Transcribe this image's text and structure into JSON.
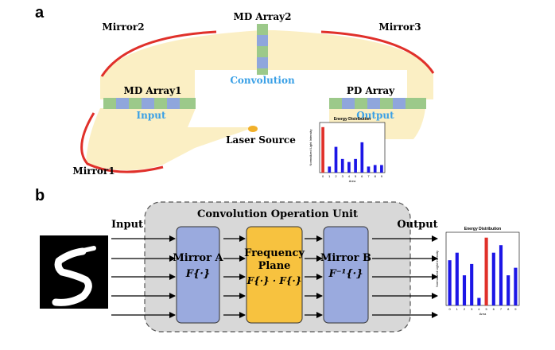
{
  "panel_a": {
    "label": "a",
    "mirror1": "Mirror1",
    "mirror2": "Mirror2",
    "mirror3": "Mirror3",
    "md_array1": "MD Array1",
    "md_array2": "MD Array2",
    "pd_array": "PD Array",
    "input": "Input",
    "convolution": "Convolution",
    "output": "Output",
    "laser_source": "Laser Source"
  },
  "panel_b": {
    "label": "b",
    "unit_title": "Convolution Operation Unit",
    "input": "Input",
    "output": "Output",
    "mirror_a": "Mirror A",
    "mirror_a_formula": "F{·}",
    "freq_plane_line1": "Frequency",
    "freq_plane_line2": "Plane",
    "freq_plane_formula": "F{·} · F{·}",
    "mirror_b": "Mirror B",
    "mirror_b_formula": "F⁻¹{·}"
  },
  "colors": {
    "mirror_red": "#e0302a",
    "beam_yellow": "#fbefc4",
    "array_green": "#9cc98a",
    "array_blue": "#8fa6dc",
    "text_blue": "#3aa0e6",
    "laser_orange": "#f1b02a",
    "box_blue": "#9aaade",
    "freq_orange": "#f7c23f",
    "unit_gray": "#d8d8d8",
    "bar_blue": "#1c16e6",
    "bar_red": "#e0302a"
  },
  "chart_data": [
    {
      "type": "bar",
      "title": "Energy Distribution",
      "xlabel": "Area",
      "ylabel": "Normalized Light Intensity",
      "categories": [
        "0",
        "1",
        "2",
        "3",
        "4",
        "5",
        "6",
        "7",
        "8",
        "9"
      ],
      "values": [
        0.3,
        0.04,
        0.17,
        0.09,
        0.07,
        0.09,
        0.2,
        0.04,
        0.05,
        0.05
      ],
      "highlight_index": 0,
      "ylim": [
        0,
        0.32
      ]
    },
    {
      "type": "bar",
      "title": "Energy Distribution",
      "xlabel": "Area",
      "ylabel": "Normalized Light Intensity",
      "categories": [
        "0",
        "1",
        "2",
        "3",
        "4",
        "5",
        "6",
        "7",
        "8",
        "9"
      ],
      "values": [
        0.12,
        0.14,
        0.08,
        0.11,
        0.02,
        0.18,
        0.14,
        0.16,
        0.08,
        0.1
      ],
      "highlight_index": 5,
      "ylim": [
        0,
        0.19
      ]
    }
  ]
}
